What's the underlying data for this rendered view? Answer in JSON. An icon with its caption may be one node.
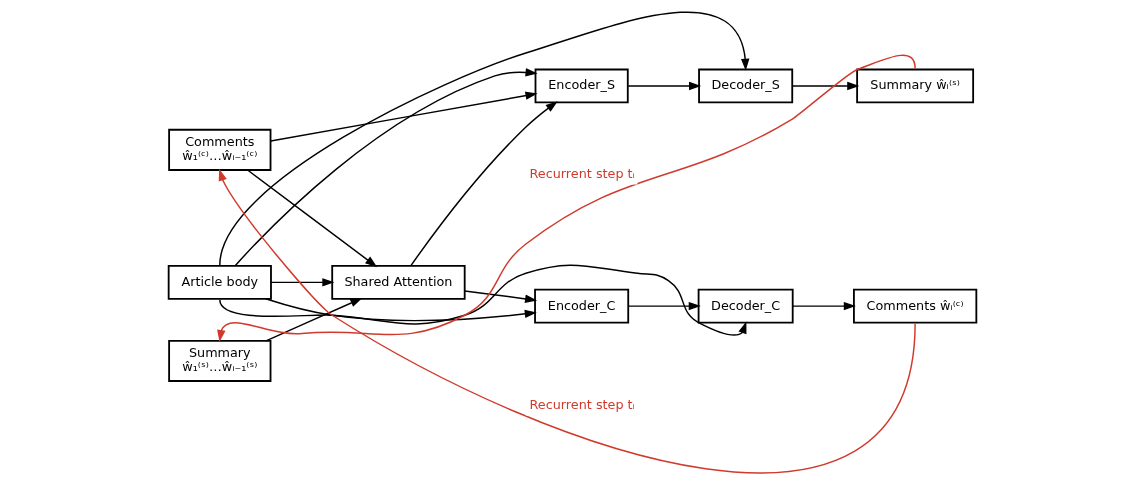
{
  "diagram": {
    "nodes": [
      {
        "text": [
          "Summary",
          "ŵ₁⁽ˢ⁾…ŵᵢ₋₁⁽ˢ⁾"
        ]
      },
      {
        "text": [
          "Article body"
        ]
      },
      {
        "text": [
          "Comments",
          "ŵ₁⁽ᶜ⁾…ŵᵢ₋₁⁽ᶜ⁾"
        ]
      },
      {
        "text": [
          "Shared Attention"
        ]
      },
      {
        "text": [
          "Encoder_S"
        ]
      },
      {
        "text": [
          "Encoder_C"
        ]
      },
      {
        "text": [
          "Decoder_S"
        ]
      },
      {
        "text": [
          "Decoder_C"
        ]
      },
      {
        "text": [
          "Summary ŵᵢ⁽ˢ⁾"
        ]
      },
      {
        "text": [
          "Comments ŵᵢ⁽ᶜ⁾"
        ]
      }
    ],
    "edges": [
      {
        "from": 0,
        "to": 3,
        "arrow": "to"
      },
      {
        "from": 1,
        "to": 4,
        "arrow": "to"
      },
      {
        "from": 1,
        "to": 3,
        "arrow": "to"
      },
      {
        "from": 1,
        "to": 5,
        "arrow": "to"
      },
      {
        "from": 2,
        "to": 4,
        "arrow": "to"
      },
      {
        "from": 2,
        "to": 3,
        "arrow": "to"
      },
      {
        "from": 3,
        "to": 4,
        "arrow": "to"
      },
      {
        "from": 3,
        "to": 5,
        "arrow": "to"
      },
      {
        "from": 4,
        "to": 6,
        "arrow": "to"
      },
      {
        "from": 6,
        "to": 8,
        "arrow": "to"
      },
      {
        "from": 5,
        "to": 7,
        "arrow": "to"
      },
      {
        "from": 7,
        "to": 9,
        "arrow": "to"
      },
      {
        "from": 1,
        "to": 6,
        "arrow": "to"
      },
      {
        "from": 1,
        "to": 7,
        "arrow": "to"
      },
      {
        "from": 8,
        "to": 0,
        "arrow": "to",
        "label": "Recurrent step tᵢ",
        "color": "#d03a2c"
      },
      {
        "from": 9,
        "to": 2,
        "arrow": "to",
        "label": "Recurrent step tᵢ",
        "color": "#d03a2c"
      }
    ]
  }
}
